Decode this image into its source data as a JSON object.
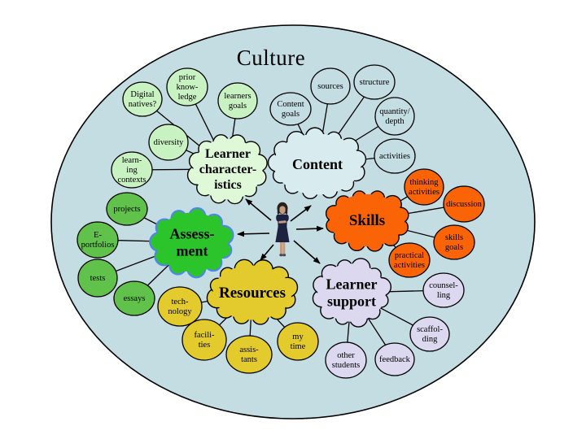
{
  "title": "Culture",
  "colors": {
    "page_bg": "#ffffff",
    "ellipse_fill": "#c4dde2",
    "outline": "#000000",
    "arrow": "#000000",
    "assessment_outline": "#4f86e8",
    "figure_skin": "#c59a7e",
    "figure_hair": "#29201d",
    "figure_dress": "#1c2240",
    "figure_shoe": "#4a4a52"
  },
  "clusters": [
    {
      "id": "learner-characteristics",
      "label_lines": [
        "Learner",
        "character-",
        "istics"
      ],
      "fill": "#dff9d8",
      "stroke": "#000000",
      "satellite_fill": "#c9f2c2",
      "satellites": [
        {
          "id": "digital-natives",
          "label_lines": [
            "Digital",
            "natives?"
          ]
        },
        {
          "id": "prior-knowledge",
          "label_lines": [
            "prior",
            "know-",
            "ledge"
          ]
        },
        {
          "id": "learners-goals",
          "label_lines": [
            "learners",
            "goals"
          ]
        },
        {
          "id": "diversity",
          "label_lines": [
            "diversity"
          ]
        },
        {
          "id": "learning-contexts",
          "label_lines": [
            "learn-",
            "ing",
            "contexts"
          ]
        }
      ]
    },
    {
      "id": "content",
      "label_lines": [
        "Content"
      ],
      "fill": "#d8ebee",
      "stroke": "#000000",
      "satellite_fill": "#c4dde2",
      "satellites": [
        {
          "id": "content-goals",
          "label_lines": [
            "Content",
            "goals"
          ]
        },
        {
          "id": "sources",
          "label_lines": [
            "sources"
          ]
        },
        {
          "id": "structure",
          "label_lines": [
            "structure"
          ]
        },
        {
          "id": "quantity-depth",
          "label_lines": [
            "quantity/",
            "depth"
          ]
        },
        {
          "id": "activities",
          "label_lines": [
            "activities"
          ]
        }
      ]
    },
    {
      "id": "skills",
      "label_lines": [
        "Skills"
      ],
      "fill": "#fa6407",
      "stroke": "#000000",
      "satellite_fill": "#fa6407",
      "satellites": [
        {
          "id": "thinking-activities",
          "label_lines": [
            "thinking",
            "activities"
          ]
        },
        {
          "id": "discussion",
          "label_lines": [
            "discussion"
          ]
        },
        {
          "id": "skills-goals",
          "label_lines": [
            "skills",
            "goals"
          ]
        },
        {
          "id": "practical-activities",
          "label_lines": [
            "practical",
            "activities"
          ]
        }
      ]
    },
    {
      "id": "assessment",
      "label_lines": [
        "Assess-",
        "ment"
      ],
      "fill": "#2bc42b",
      "stroke": "#4f86e8",
      "satellite_fill": "#60c24b",
      "satellites": [
        {
          "id": "projects",
          "label_lines": [
            "projects"
          ]
        },
        {
          "id": "e-portfolios",
          "label_lines": [
            "E-",
            "portfolios"
          ]
        },
        {
          "id": "tests",
          "label_lines": [
            "tests"
          ]
        },
        {
          "id": "essays",
          "label_lines": [
            "essays"
          ]
        }
      ]
    },
    {
      "id": "resources",
      "label_lines": [
        "Resources"
      ],
      "fill": "#e3ca2d",
      "stroke": "#000000",
      "satellite_fill": "#e3ca2d",
      "satellites": [
        {
          "id": "technology",
          "label_lines": [
            "tech-",
            "nology"
          ]
        },
        {
          "id": "facilities",
          "label_lines": [
            "facili-",
            "ties"
          ]
        },
        {
          "id": "assistants",
          "label_lines": [
            "assis-",
            "tants"
          ]
        },
        {
          "id": "my-time",
          "label_lines": [
            "my",
            "time"
          ]
        }
      ]
    },
    {
      "id": "learner-support",
      "label_lines": [
        "Learner",
        "support"
      ],
      "fill": "#dbd8ef",
      "stroke": "#000000",
      "satellite_fill": "#dbd8ef",
      "satellites": [
        {
          "id": "counselling",
          "label_lines": [
            "counsel-",
            "ling"
          ]
        },
        {
          "id": "scaffolding",
          "label_lines": [
            "scaffol-",
            "ding"
          ]
        },
        {
          "id": "feedback",
          "label_lines": [
            "feedback"
          ]
        },
        {
          "id": "other-students",
          "label_lines": [
            "other",
            "students"
          ]
        }
      ]
    }
  ],
  "center_figure": {
    "icon": "woman-figure"
  }
}
